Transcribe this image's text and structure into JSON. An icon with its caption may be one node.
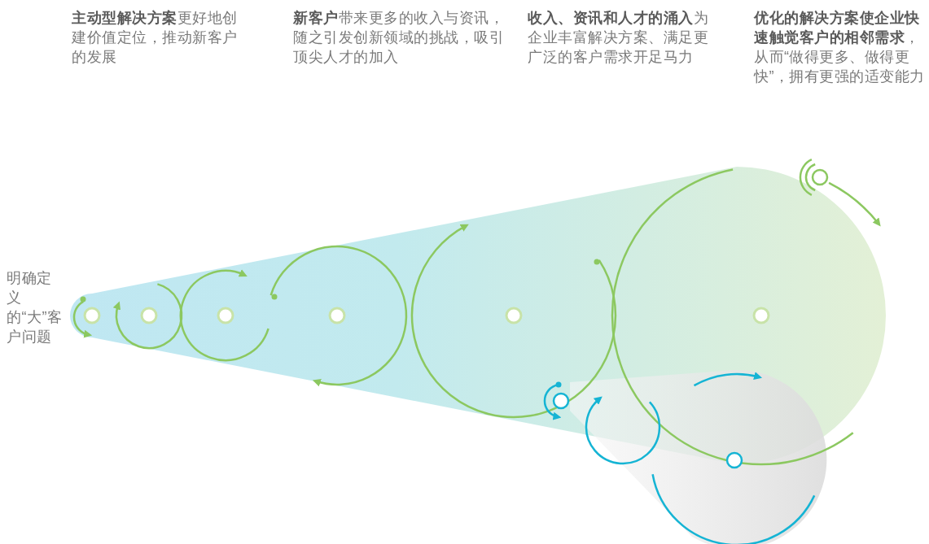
{
  "diagram": {
    "labels": [
      "**主动型解决方案**更好地创建价值定位，推动新客户的发展",
      "**新客户**带来更多的收入与资讯，随之引发创新领域的挑战，吸引顶尖人才的加入",
      "**收入、资讯和人才的涌入**为企业丰富解决方案、满足更广泛的客户需求开足马力",
      "**优化的解决方案使企业快速触觉客户的相邻需求**，从而“做得更多、做得更快”，拥有更强的适变能力",
      "明确定义的“大”客户问题"
    ]
  }
}
